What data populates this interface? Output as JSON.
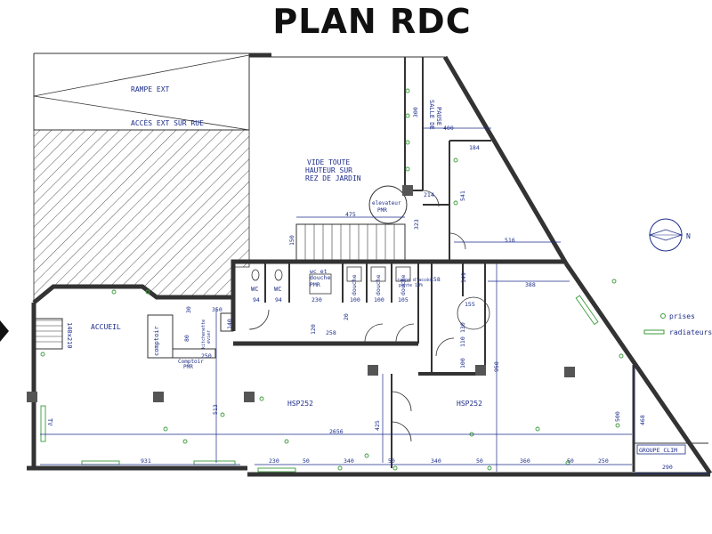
{
  "title": "PLAN RDC",
  "rooms": {
    "rampe_ext": "RAMPE EXT",
    "acces_ext": "ACCÈS EXT SUR RUE",
    "vide_line1": "VIDE TOUTE",
    "vide_line2": "HAUTEUR SUR",
    "vide_line3": "REZ DE JARDIN",
    "salle_pause_line1": "SALLE DE",
    "salle_pause_line2": "PAUSE",
    "elevator_line1": "elevateur",
    "elevator_line2": "PMR",
    "accueil": "ACCUEIL",
    "entrance_size": "140x210",
    "comptoir": "comptoir",
    "comptoir_pmr_line1": "Comptoir",
    "comptoir_pmr_line2": "PMR",
    "wc1": "WC",
    "wc2": "WC",
    "wc_douche_line1": "wc et",
    "wc_douche_line2": "douche",
    "wc_douche_line3": "PMR",
    "douche1": "douche",
    "douche2": "douche",
    "douche3": "douche",
    "douche_note_line1": "rampe d'accès",
    "douche_note_line2": "pente 10%",
    "hsp_left": "HSP252",
    "hsp_right": "HSP252",
    "tv": "TV",
    "groupe_clim": "GROUPE CLIM",
    "kitchen_note_line1": "kitchenette",
    "kitchen_note_line2": "évier"
  },
  "dimensions": {
    "d400": "400",
    "d300": "300",
    "d184": "184",
    "d214": "214",
    "d541": "541",
    "d475": "475",
    "d323": "323",
    "d516": "516",
    "d150": "150",
    "d94a": "94",
    "d94b": "94",
    "d230a": "230",
    "d100a": "100",
    "d100b": "100",
    "d105": "105",
    "d158": "158",
    "d149": "149",
    "d388": "388",
    "d155": "155",
    "d110": "110",
    "d100c": "100",
    "d950": "950",
    "d513": "513",
    "d425": "425",
    "d2656": "2656",
    "d500": "500",
    "d468": "468",
    "d931": "931",
    "d230b": "230",
    "d50a": "50",
    "d340a": "340",
    "d50b": "50",
    "d340b": "340",
    "d50c": "50",
    "d360": "360",
    "d50d": "50",
    "d250a": "250",
    "d290": "290",
    "d258": "258",
    "d250b": "250",
    "d350": "350",
    "d80": "80",
    "d140": "140",
    "d30": "30",
    "d20": "20",
    "d120": "120",
    "d130": "130"
  },
  "legend": {
    "prises": "prises",
    "radiateurs": "radiateurs"
  },
  "compass_label": "N",
  "colors": {
    "annotation": "#1d2d8a",
    "outlets": "#3a9a3a",
    "walls": "#333333"
  }
}
